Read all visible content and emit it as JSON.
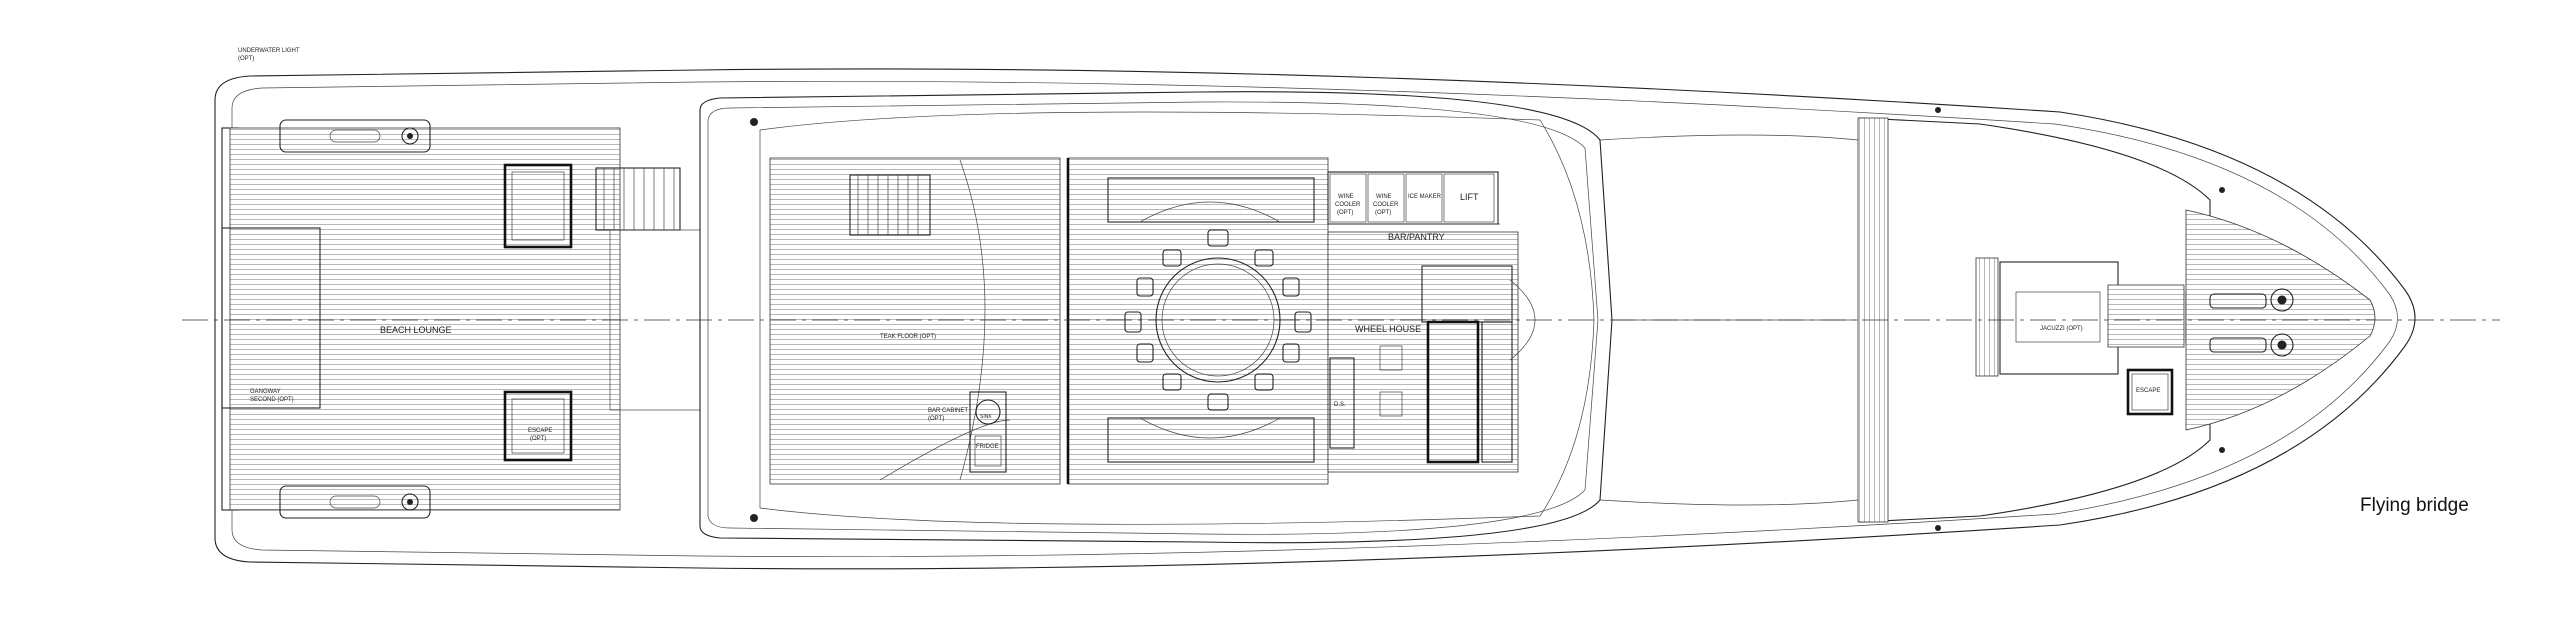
{
  "drawing": {
    "title": "Flying bridge",
    "labels": {
      "underwater_light": "UNDERWATER LIGHT",
      "underwater_light_opt": "(OPT)",
      "beach_lounge": "BEACH LOUNGE",
      "gangway": "GANGWAY",
      "gangway_2": "SECOND (OPT)",
      "escape_aft": "ESCAPE",
      "escape_aft_opt": "(OPT)",
      "teak_floor": "TEAK FLOOR (OPT)",
      "bar_cabinet": "BAR CABINET",
      "bar_cabinet_opt": "(OPT)",
      "sink": "SINK",
      "fridge": "FRIDGE",
      "wine_cooler_1": "WINE",
      "wine_cooler_1b": "COOLER",
      "wine_cooler_1c": "(OPT)",
      "wine_cooler_2": "WINE",
      "wine_cooler_2b": "COOLER",
      "wine_cooler_2c": "(OPT)",
      "ice_maker": "ICE MAKER",
      "lift": "LIFT",
      "bar_pantry": "BAR/PANTRY",
      "wheel_house": "WHEEL HOUSE",
      "ds": "D.S.",
      "jacuzzi": "JACUZZI (OPT)",
      "escape_fwd": "ESCAPE"
    }
  }
}
